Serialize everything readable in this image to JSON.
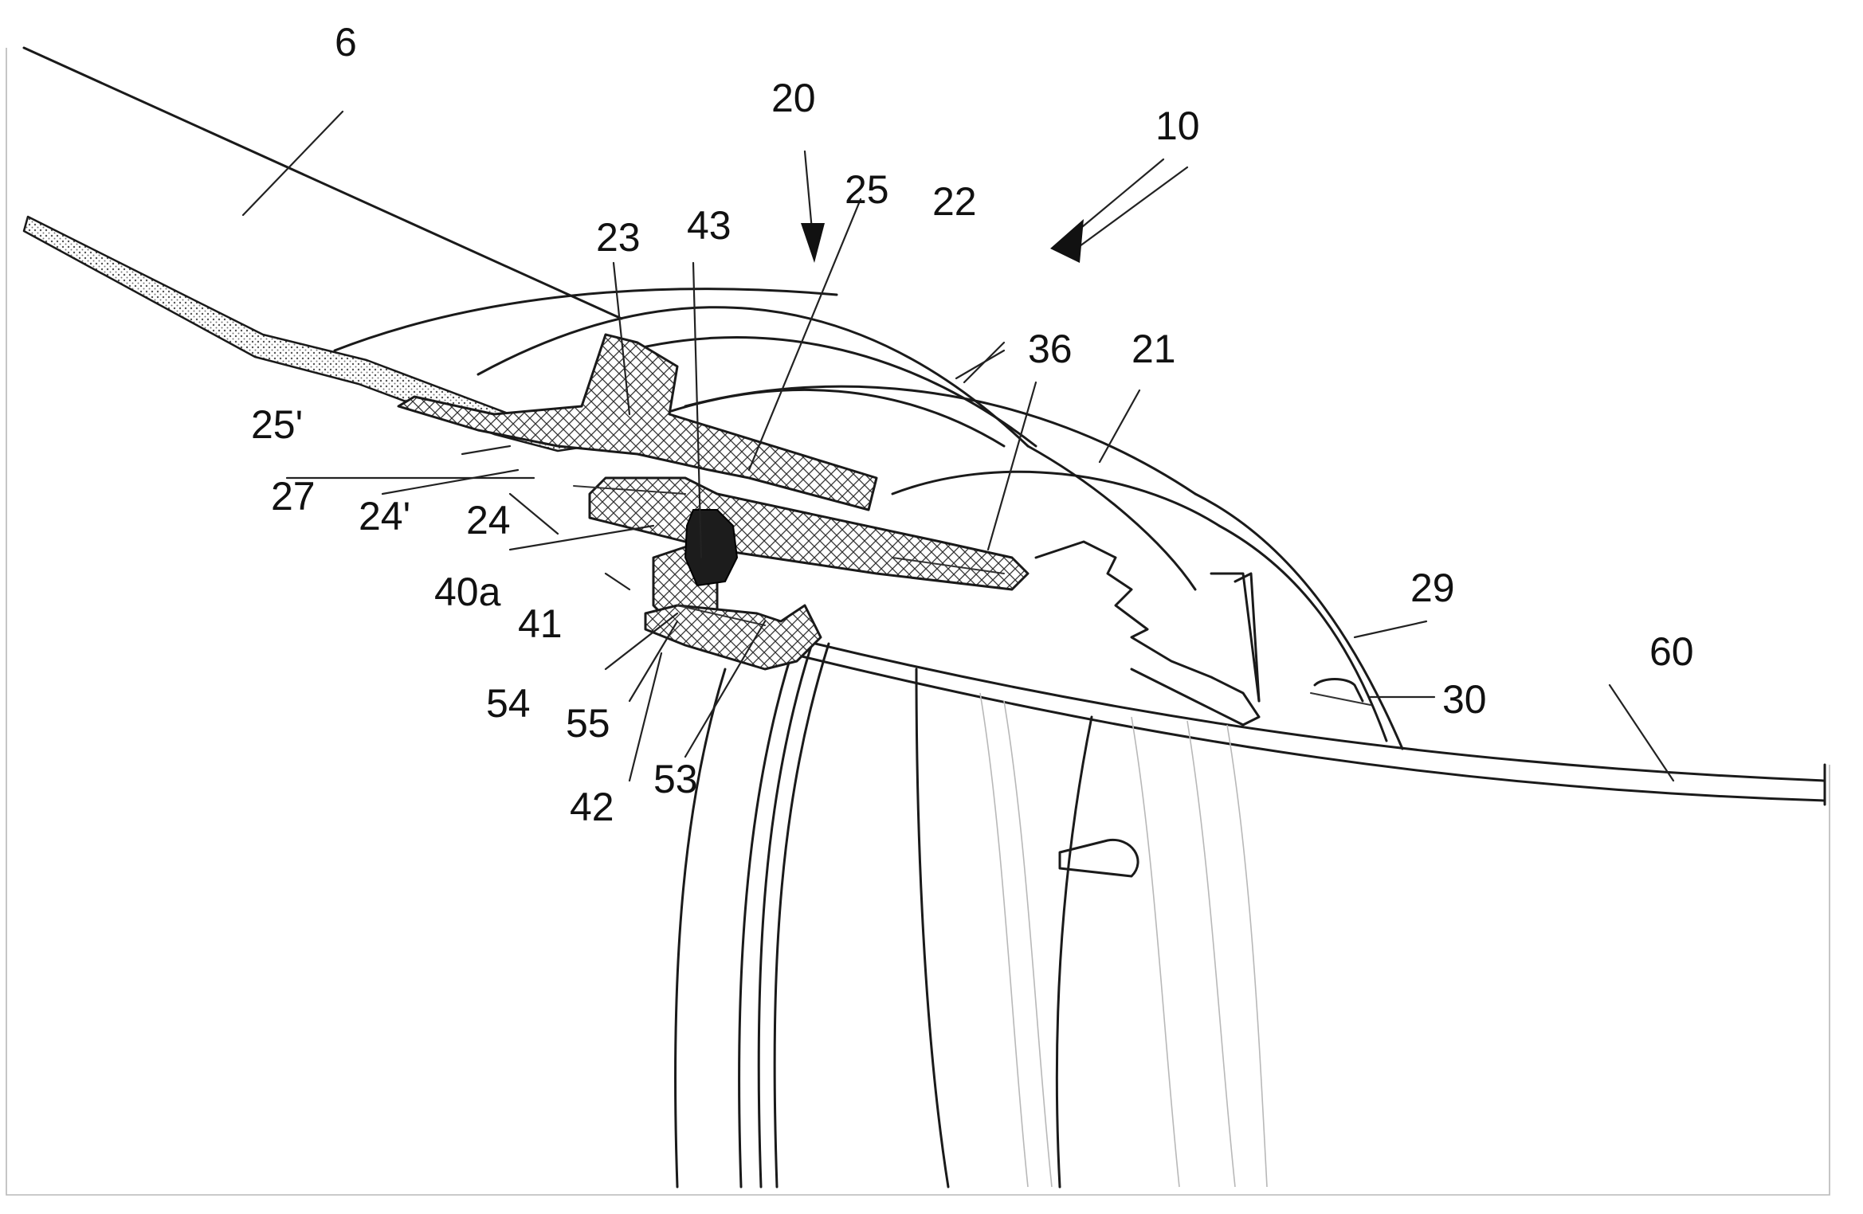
{
  "figure": {
    "labels": {
      "l6": "6",
      "l10": "10",
      "l20": "20",
      "l21": "21",
      "l22": "22",
      "l23": "23",
      "l24": "24",
      "l24p": "24'",
      "l25": "25",
      "l25p": "25'",
      "l27": "27",
      "l29": "29",
      "l30": "30",
      "l36": "36",
      "l40a": "40a",
      "l41": "41",
      "l42": "42",
      "l43": "43",
      "l53": "53",
      "l54": "54",
      "l55": "55",
      "l60": "60"
    },
    "colors": {
      "line": "#1a1a1a",
      "background": "#ffffff",
      "seal": "#1c1c1c"
    }
  }
}
